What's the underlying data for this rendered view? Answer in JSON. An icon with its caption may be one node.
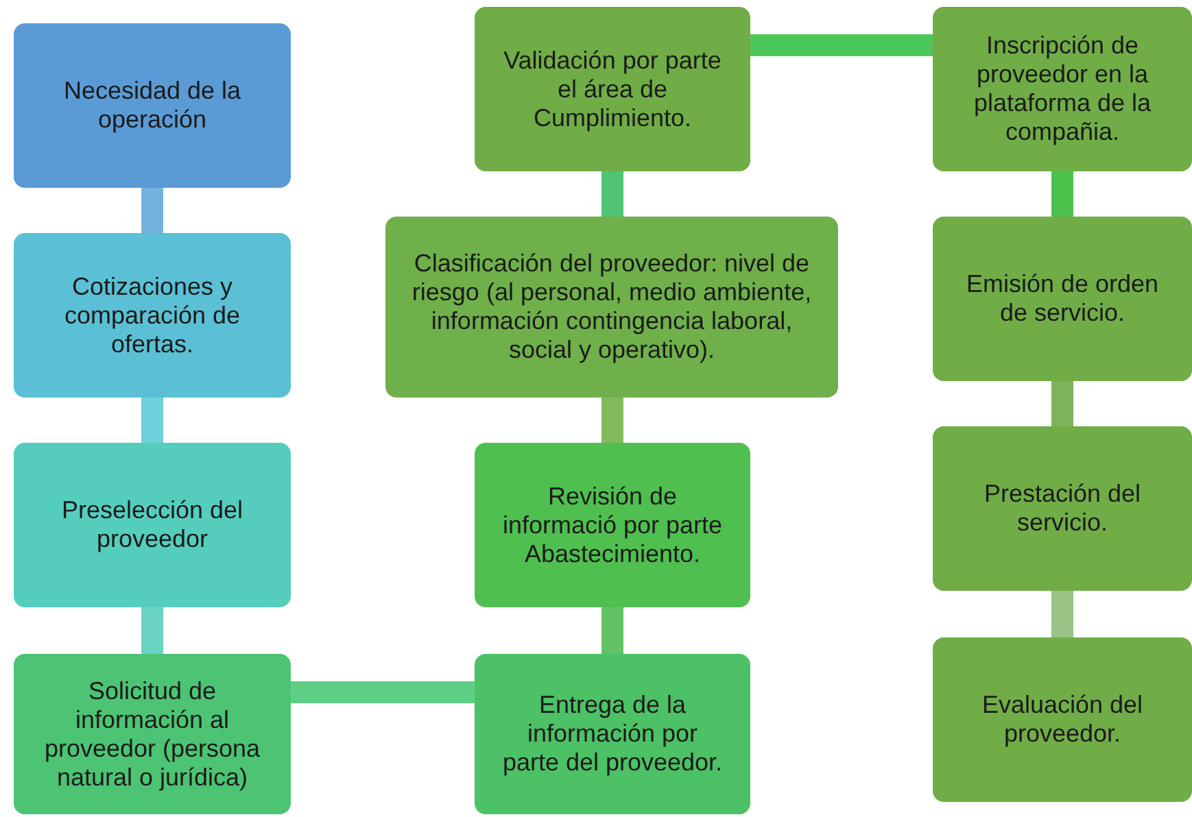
{
  "diagram": {
    "nodes": [
      {
        "text": [
          "Necesidad de la operación"
        ]
      },
      {
        "text": [
          "Cotizaciones y comparación de ofertas."
        ]
      },
      {
        "text": [
          "Preselección del proveedor"
        ]
      },
      {
        "text": [
          "Solicitud de información al proveedor (persona natural o jurídica)"
        ]
      },
      {
        "text": [
          "Validación por parte el área de Cumplimiento."
        ]
      },
      {
        "text": [
          "Clasificación del proveedor: nivel de riesgo (al personal, medio ambiente, información contingencia laboral, social y operativo)."
        ]
      },
      {
        "text": [
          "Revisión de informació por parte Abastecimiento."
        ]
      },
      {
        "text": [
          "Entrega de la información por parte del proveedor."
        ]
      },
      {
        "text": [
          "Inscripción de proveedor en la plataforma de la compañia."
        ]
      },
      {
        "text": [
          "Emisión de orden de servicio."
        ]
      },
      {
        "text": [
          "Prestación del servicio."
        ]
      },
      {
        "text": [
          "Evaluación del proveedor."
        ]
      }
    ],
    "edges": [
      {
        "from": 0,
        "to": 1,
        "arrow": "none",
        "color": "#72b2dc"
      },
      {
        "from": 1,
        "to": 2,
        "arrow": "none",
        "color": "#70d0dc"
      },
      {
        "from": 2,
        "to": 3,
        "arrow": "none",
        "color": "#6ad3c3"
      },
      {
        "from": 3,
        "to": 7,
        "arrow": "none",
        "color": "#5fce85"
      },
      {
        "from": 7,
        "to": 6,
        "arrow": "none",
        "color": "#63c263"
      },
      {
        "from": 6,
        "to": 5,
        "arrow": "none",
        "color": "#83ba5e"
      },
      {
        "from": 5,
        "to": 4,
        "arrow": "none",
        "color": "#50c474"
      },
      {
        "from": 4,
        "to": 8,
        "arrow": "none",
        "color": "#4cc85a"
      },
      {
        "from": 8,
        "to": 9,
        "arrow": "none",
        "color": "#4cc14c"
      },
      {
        "from": 9,
        "to": 10,
        "arrow": "none",
        "color": "#7cb45a"
      },
      {
        "from": 10,
        "to": 11,
        "arrow": "none",
        "color": "#9ac386"
      }
    ]
  }
}
